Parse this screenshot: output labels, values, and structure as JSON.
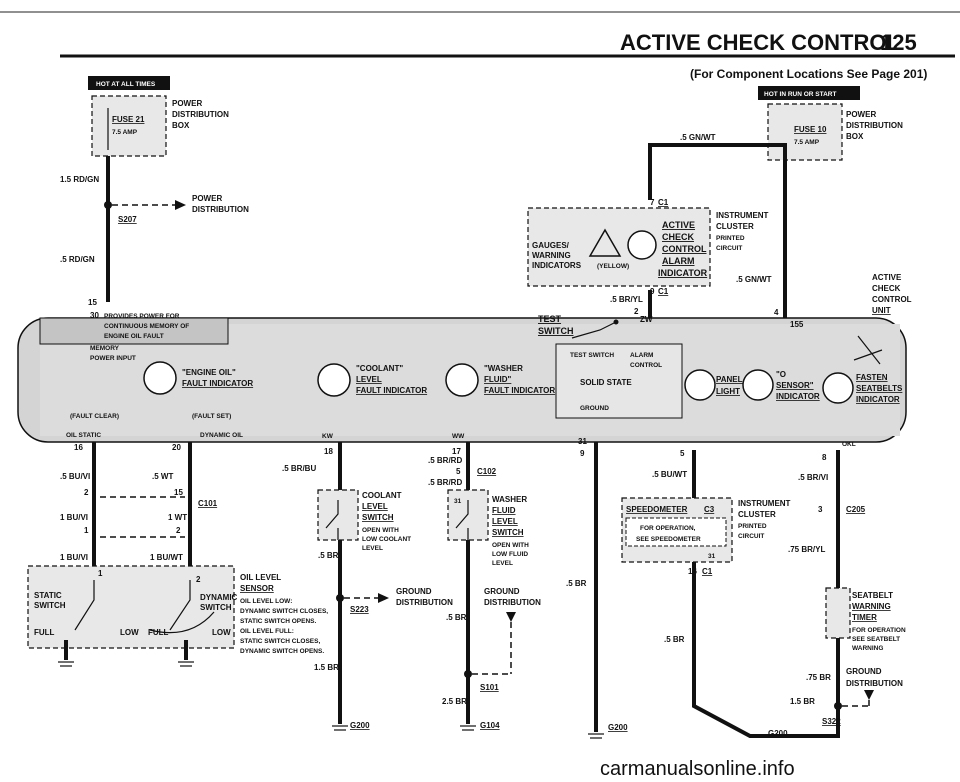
{
  "header": {
    "title": "ACTIVE CHECK CONTROL",
    "page_number": "125",
    "subtitle": "(For Component Locations See Page 201)"
  },
  "badges": {
    "hot_at_all_times": "HOT AT ALL TIMES",
    "hot_in_run_or_start": "HOT IN RUN OR START"
  },
  "fuses": {
    "fuse21": "FUSE 21",
    "fuse21_amp": "7.5 AMP",
    "fuse10": "FUSE 10",
    "fuse10_amp": "7.5 AMP",
    "pdb_line1": "POWER",
    "pdb_line2": "DISTRIBUTION",
    "pdb_line3": "BOX"
  },
  "wires": {
    "w_15_rd_gn": "1.5 RD/GN",
    "w_05_rd_gn": ".5 RD/GN",
    "w_05_gn_wt_top": ".5 GN/WT",
    "w_05_gn_wt_right": ".5 GN/WT",
    "w_05_br_yl": ".5 BR/YL",
    "w_05_bu_vi": ".5 BU/VI",
    "w_05_wt": ".5 WT",
    "w_1_bu_vi_a": "1 BU/VI",
    "w_1_wt": "1 WT",
    "w_1_bu_vi_b": "1 BU/VI",
    "w_1_bu_wt": "1 BU/WT",
    "w_05_br_bu": ".5 BR/BU",
    "w_05_br_rd_a": ".5 BR/RD",
    "w_05_br_rd_b": ".5 BR/RD",
    "w_05_br_a": ".5 BR",
    "w_05_br_b": ".5 BR",
    "w_05_br_c": ".5 BR",
    "w_05_br_d": ".5 BR",
    "w_15_br_a": "1.5 BR",
    "w_25_br": "2.5 BR",
    "w_05_bu_wt": ".5 BU/WT",
    "w_05_br_vi": ".5 BR/VI",
    "w_075_br_yl": ".75 BR/YL",
    "w_075_br": ".75 BR",
    "w_15_br_b": "1.5 BR"
  },
  "splices": {
    "s207": "S207",
    "s207_dist_1": "POWER",
    "s207_dist_2": "DISTRIBUTION",
    "s223": "S223",
    "s223_dist_1": "GROUND",
    "s223_dist_2": "DISTRIBUTION",
    "s101": "S101",
    "s101_dist_1": "GROUND",
    "s101_dist_2": "DISTRIBUTION",
    "s322": "S322",
    "s322_dist_1": "GROUND",
    "s322_dist_2": "DISTRIBUTION"
  },
  "grounds": {
    "g200_a": "G200",
    "g104": "G104",
    "g200_b": "G200",
    "g200_c": "G200"
  },
  "connectors": {
    "c1_a": "C1",
    "c1_b": "C1",
    "c1_c": "C1",
    "c101": "C101",
    "c102": "C102",
    "c205": "C205",
    "c3": "C3"
  },
  "pins": {
    "p7": "7",
    "p9": "9",
    "p2": "2",
    "p4": "4",
    "p15": "15",
    "p30": "30",
    "p155": "155",
    "pzw": "ZW",
    "p16": "16",
    "p20": "20",
    "p18": "18",
    "p17": "17",
    "p31_a": "31",
    "p9_b": "9",
    "p5": "5",
    "p8": "8",
    "p2_b": "2",
    "p15_b": "15",
    "p1_a": "1",
    "p2_c": "2",
    "p1_b": "1",
    "p2_d": "2",
    "p5_b": "5",
    "p3": "3",
    "p31_b": "31",
    "p16_b": "16",
    "p31_c": "31",
    "kw": "KW",
    "ww": "WW",
    "okl": "OKL"
  },
  "cluster": {
    "gauges_1": "GAUGES/",
    "gauges_2": "WARNING",
    "gauges_3": "INDICATORS",
    "yellow": "(YELLOW)",
    "acc_1": "ACTIVE",
    "acc_2": "CHECK",
    "acc_3": "CONTROL",
    "acc_4": "ALARM",
    "acc_5": "INDICATOR",
    "ic_1": "INSTRUMENT",
    "ic_2": "CLUSTER",
    "ic_3": "PRINTED",
    "ic_4": "CIRCUIT"
  },
  "acc_unit": {
    "u1": "ACTIVE",
    "u2": "CHECK",
    "u3": "CONTROL",
    "u4": "UNIT"
  },
  "module": {
    "provides_1": "PROVIDES POWER FOR",
    "provides_2": "CONTINUOUS MEMORY OF",
    "provides_3": "ENGINE OIL FAULT",
    "memory_1": "MEMORY",
    "memory_2": "POWER INPUT",
    "engine_oil_1": "\"ENGINE OIL\"",
    "engine_oil_2": "FAULT INDICATOR",
    "coolant_1": "\"COOLANT\"",
    "coolant_2": "LEVEL",
    "coolant_3": "FAULT INDICATOR",
    "washer_1": "\"WASHER",
    "washer_2": "FLUID\"",
    "washer_3": "FAULT INDICATOR",
    "test_1": "TEST",
    "test_2": "SWITCH",
    "test_sw": "TEST SWITCH",
    "alarm_1": "ALARM",
    "alarm_2": "CONTROL",
    "solid_state": "SOLID STATE",
    "ground": "GROUND",
    "panel_1": "PANEL",
    "panel_2": "LIGHT",
    "o2_1": "\"O",
    "o2_2": "SENSOR\"",
    "o2_3": "INDICATOR",
    "fasten_1": "FASTEN",
    "fasten_2": "SEATBELTS",
    "fasten_3": "INDICATOR",
    "fault_clear": "(FAULT CLEAR)",
    "fault_set": "(FAULT SET)",
    "oil_static": "OIL STATIC",
    "dynamic_oil": "DYNAMIC OIL"
  },
  "oil_sensor": {
    "static_1": "STATIC",
    "static_2": "SWITCH",
    "dynamic_1": "DYNAMIC",
    "dynamic_2": "SWITCH",
    "full_a": "FULL",
    "low_a": "LOW",
    "full_b": "FULL",
    "low_b": "LOW",
    "n1": "OIL LEVEL",
    "n2": "SENSOR",
    "n3": "OIL LEVEL LOW:",
    "n4": "DYNAMIC SWITCH CLOSES,",
    "n5": "STATIC SWITCH OPENS.",
    "n6": "OIL LEVEL FULL:",
    "n7": "STATIC SWITCH CLOSES,",
    "n8": "DYNAMIC SWITCH OPENS."
  },
  "coolant_switch": {
    "l1": "COOLANT",
    "l2": "LEVEL",
    "l3": "SWITCH",
    "l4": "OPEN WITH",
    "l5": "LOW COOLANT",
    "l6": "LEVEL"
  },
  "washer_switch": {
    "l1": "WASHER",
    "l2": "FLUID",
    "l3": "LEVEL",
    "l4": "SWITCH",
    "l5": "OPEN WITH",
    "l6": "LOW FLUID",
    "l7": "LEVEL"
  },
  "speedometer": {
    "label": "SPEEDOMETER",
    "op_1": "FOR OPERATION,",
    "op_2": "SEE SPEEDOMETER",
    "ic_1": "INSTRUMENT",
    "ic_2": "CLUSTER",
    "ic_3": "PRINTED",
    "ic_4": "CIRCUIT"
  },
  "seatbelt_timer": {
    "l1": "SEATBELT",
    "l2": "WARNING",
    "l3": "TIMER",
    "l4": "FOR OPERATION",
    "l5": "SEE SEATBELT",
    "l6": "WARNING"
  },
  "watermark": "carmanualsonline.info"
}
